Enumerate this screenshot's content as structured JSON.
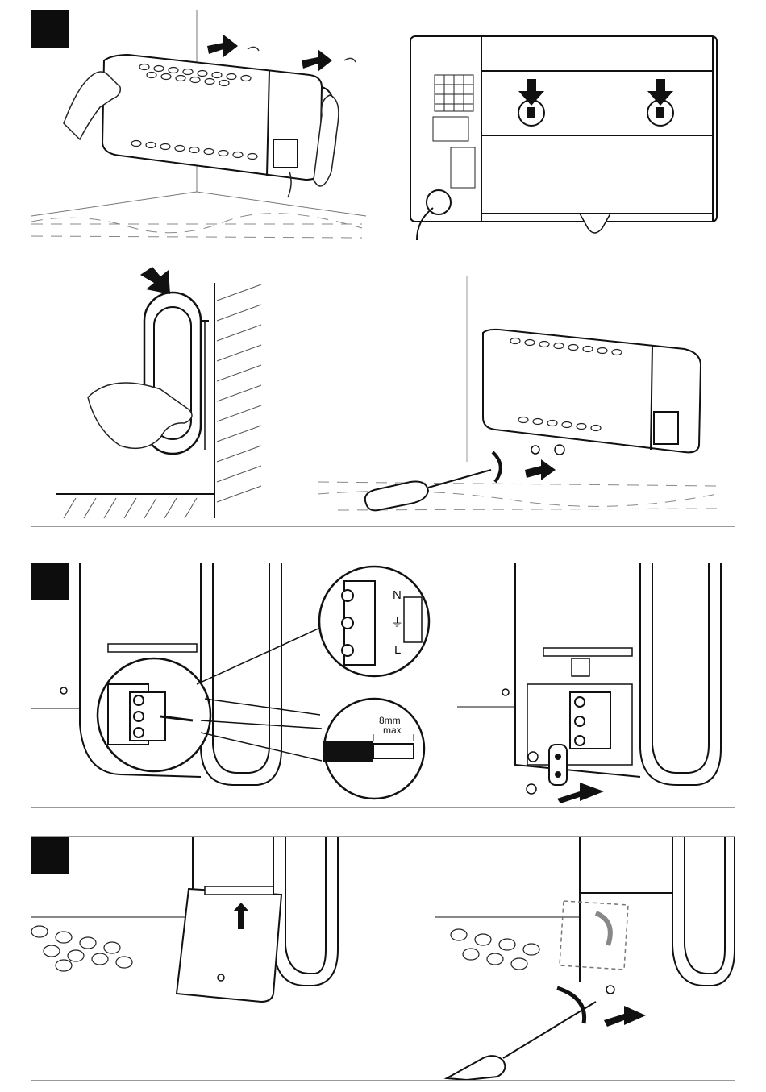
{
  "page": {
    "panels": [
      {
        "id": "panel-1",
        "step_marker": ""
      },
      {
        "id": "panel-2",
        "step_marker": ""
      },
      {
        "id": "panel-3",
        "step_marker": ""
      }
    ]
  },
  "panel2": {
    "terminal_labels": [
      "N",
      "⏚",
      "L"
    ],
    "strip_length_line1": "8mm",
    "strip_length_line2": "max"
  },
  "icons": {
    "push_arrow": "arrow-icon",
    "rotate_arrow": "rotate-arrow-icon",
    "screwdriver": "screwdriver-icon",
    "screw": "screw-icon"
  }
}
